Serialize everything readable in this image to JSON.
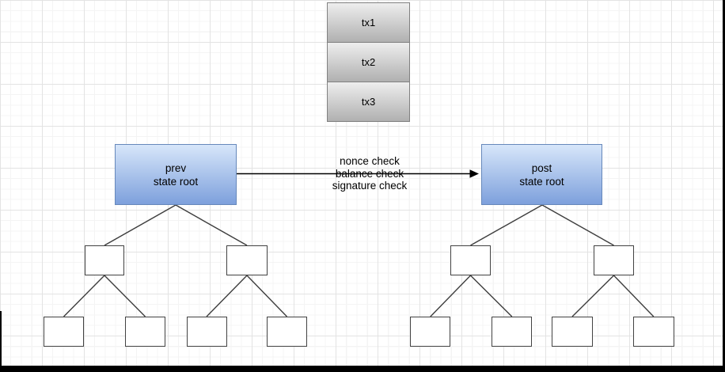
{
  "colors": {
    "grid_minor": "#f4f4f4",
    "grid_major": "#e3e3e3",
    "blue_top": "#d7e6fa",
    "blue_bottom": "#7da0dc",
    "blue_border": "#6688bb",
    "gray_top": "#eeeeee",
    "gray_bottom": "#b0b0b0",
    "gray_border": "#808080",
    "node_border": "#424242",
    "edge_stroke": "#3d3d3d",
    "arrow_stroke": "#000000"
  },
  "tx_stack": {
    "items": [
      {
        "label": "tx1"
      },
      {
        "label": "tx2"
      },
      {
        "label": "tx3"
      }
    ]
  },
  "state_roots": {
    "prev": {
      "line1": "prev",
      "line2": "state root"
    },
    "post": {
      "line1": "post",
      "line2": "state root"
    }
  },
  "transition_arrow": {
    "labels": [
      "nonce check",
      "balance check",
      "signature check"
    ]
  }
}
